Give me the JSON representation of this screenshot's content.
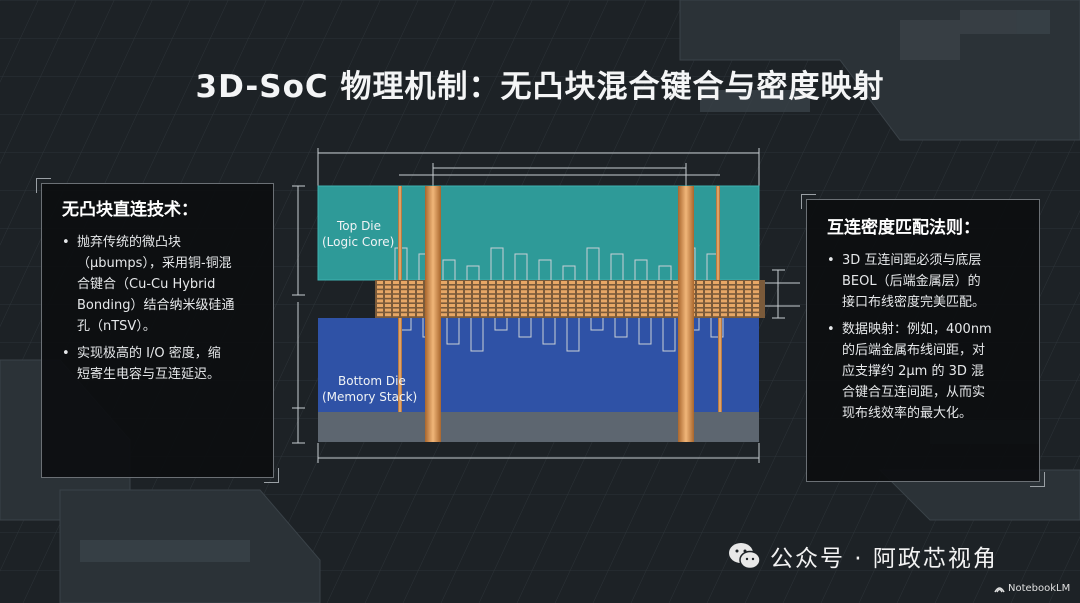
{
  "title": "3D-SoC 物理机制：无凸块混合键合与密度映射",
  "left_panel": {
    "heading": "无凸块直连技术：",
    "bullets": [
      [
        "抛弃传统的微凸块",
        "（μbumps），采用铜-铜混",
        "合键合（Cu-Cu Hybrid",
        "Bonding）结合纳米级硅通",
        "孔（nTSV）。"
      ],
      [
        "实现极高的 I/O 密度，缩",
        "短寄生电容与互连延迟。"
      ]
    ]
  },
  "right_panel": {
    "heading": "互连密度匹配法则：",
    "bullets": [
      [
        "3D 互连间距必须与底层",
        "BEOL（后端金属层）的",
        "接口布线密度完美匹配。"
      ],
      [
        "数据映射：例如，400nm",
        "的后端金属布线间距，对",
        "应支撑约 2μm 的 3D 混",
        "合键合互连间距，从而实",
        "现布线效率的最大化。"
      ]
    ]
  },
  "diagram": {
    "top_die": [
      "Top Die",
      "(Logic Core)"
    ],
    "bottom_die": [
      "Bottom Die",
      "(Memory Stack)"
    ],
    "colors": {
      "top_die": "#2e9a98",
      "bottom_die": "#2f52a6",
      "substrate": "#5d6670",
      "copper": "#d99a5b"
    }
  },
  "watermark": {
    "text": "公众号 · 阿政芯视角",
    "icon": "wechat-icon"
  },
  "brand": {
    "text": "NotebookLM",
    "icon": "notebooklm-logo-icon"
  }
}
